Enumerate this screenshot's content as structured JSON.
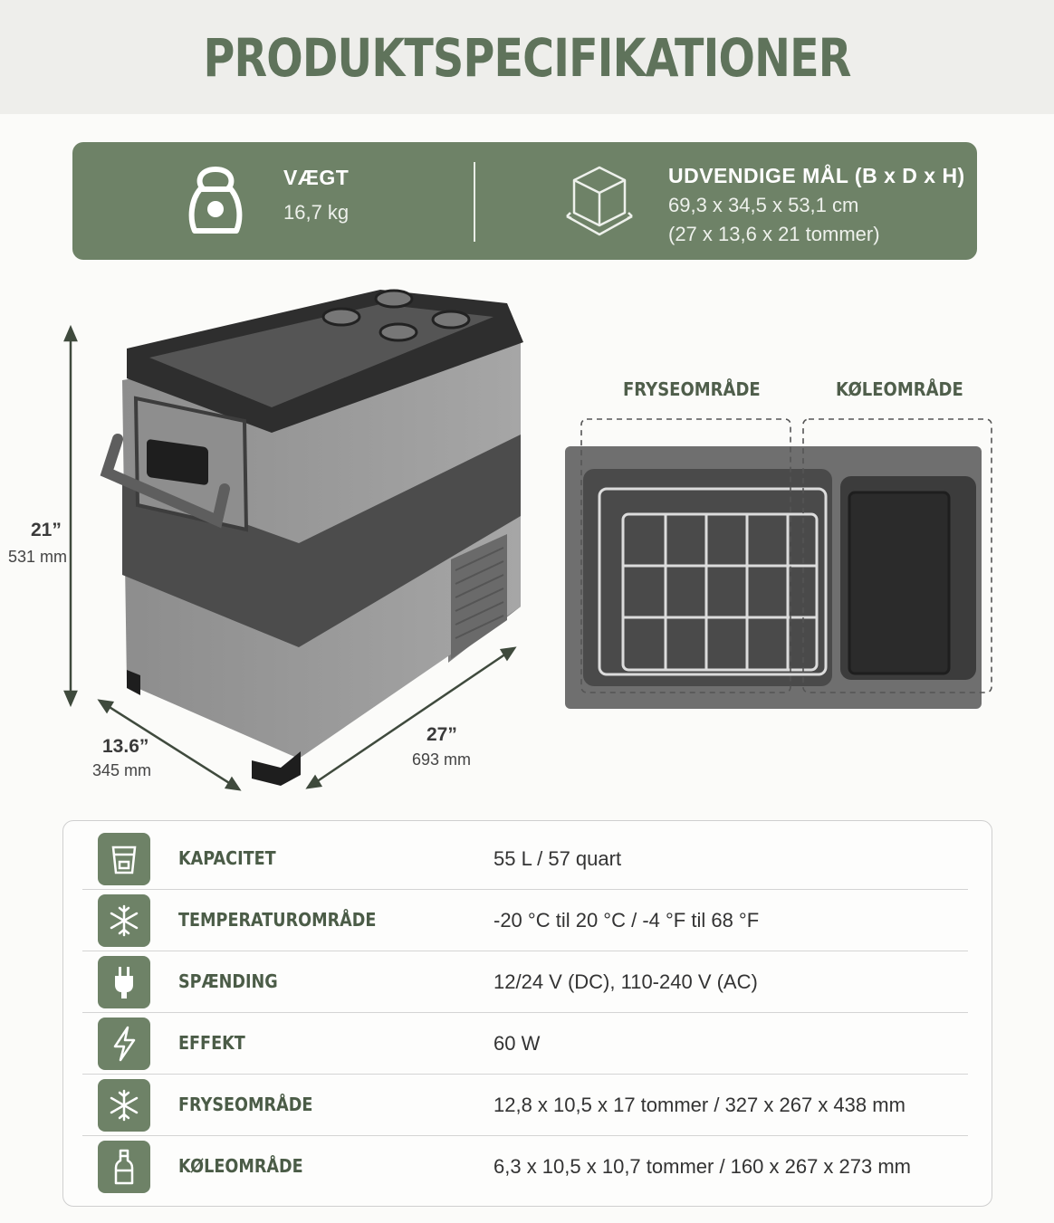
{
  "page": {
    "title": "PRODUKTSPECIFIKATIONER"
  },
  "spec_bar": {
    "weight_label": "VÆGT",
    "weight_value": "16,7 kg",
    "dims_label": "UDVENDIGE MÅL (B x D x H)",
    "dims_metric": "69,3 x 34,5 x 53,1 cm",
    "dims_imperial": "(27 x 13,6 x 21 tommer)",
    "weight_icon": "kettlebell-icon",
    "dims_icon": "cube-icon"
  },
  "dimensions": {
    "height_in": "21”",
    "height_mm": "531 mm",
    "depth_in": "13.6”",
    "depth_mm": "345 mm",
    "width_in": "27”",
    "width_mm": "693 mm"
  },
  "zones": {
    "freezer": "FRYSEOMRÅDE",
    "fridge": "KØLEOMRÅDE"
  },
  "specs": [
    {
      "icon": "measuring-cup-icon",
      "label": "KAPACITET",
      "value": "55 L / 57 quart"
    },
    {
      "icon": "snowflake-icon",
      "label": "TEMPERATUROMRÅDE",
      "value": "-20 °C til 20 °C / -4 °F til 68 °F"
    },
    {
      "icon": "plug-icon",
      "label": "SPÆNDING",
      "value": "12/24 V (DC), 110-240 V (AC)"
    },
    {
      "icon": "lightning-icon",
      "label": "EFFEKT",
      "value": "60 W"
    },
    {
      "icon": "snowflake-icon",
      "label": "FRYSEOMRÅDE",
      "value": "12,8 x 10,5 x 17 tommer / 327 x 267 x 438 mm"
    },
    {
      "icon": "bottle-icon",
      "label": "KØLEOMRÅDE",
      "value": "6,3 x 10,5 x 10,7 tommer / 160 x 267 x 273 mm"
    }
  ],
  "colors": {
    "accent": "#6e8267",
    "title": "#5f735b",
    "dark_arrow": "#3f4a3d"
  }
}
